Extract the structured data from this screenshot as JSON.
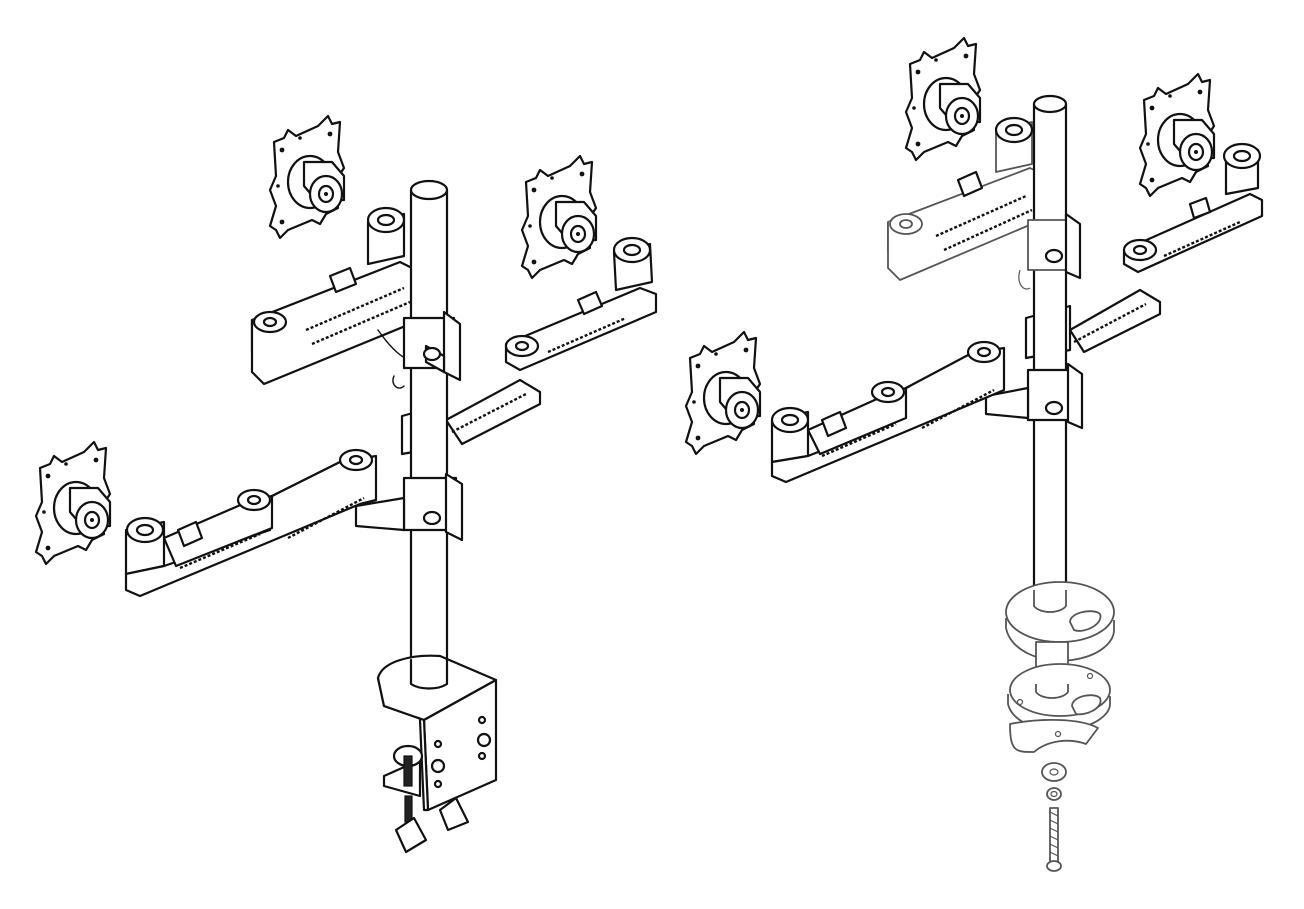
{
  "figure": {
    "type": "technical line drawing",
    "background": "#ffffff",
    "line_color": "#111111",
    "assemblies": [
      {
        "id": "clamp-mount",
        "base_type": "desk clamp (C-clamp)",
        "arms": 3,
        "vesa_plates": 3,
        "parts": [
          "pole",
          "upper arm",
          "right arm",
          "lower-left arm",
          "collar clamps",
          "clamp base",
          "clamp screw",
          "pivot feet"
        ]
      },
      {
        "id": "grommet-mount",
        "base_type": "grommet (through-desk) with exploded hardware",
        "arms": 3,
        "vesa_plates": 3,
        "parts": [
          "pole",
          "upper arm",
          "right arm",
          "left arm",
          "collar clamps",
          "grommet base plate",
          "lower plate",
          "curved washer plate",
          "flat washer",
          "nut",
          "long bolt"
        ]
      }
    ]
  }
}
